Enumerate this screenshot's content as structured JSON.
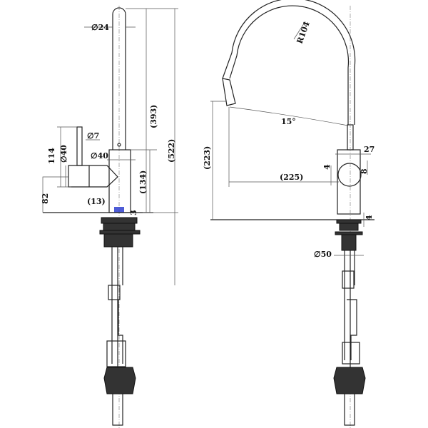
{
  "side_view": {
    "spout_diameter": "∅24",
    "spout_height": "(393)",
    "total_height": "(522)",
    "lever_diameter": "∅7",
    "handle_diameter": "∅40",
    "handle_height": "114",
    "body_diameter": "∅40",
    "handle_axis_height": "82",
    "aerator_offset": "(13)",
    "body_height": "(134)",
    "base_gap": "3"
  },
  "front_view": {
    "arc_radius": "R104",
    "angle": "15°",
    "outlet_height": "(223)",
    "reach": "(225)",
    "handle_width": "27",
    "handle_offset_left": "4",
    "handle_offset_right": "8",
    "base_gap": "4",
    "base_diameter": "∅50"
  }
}
